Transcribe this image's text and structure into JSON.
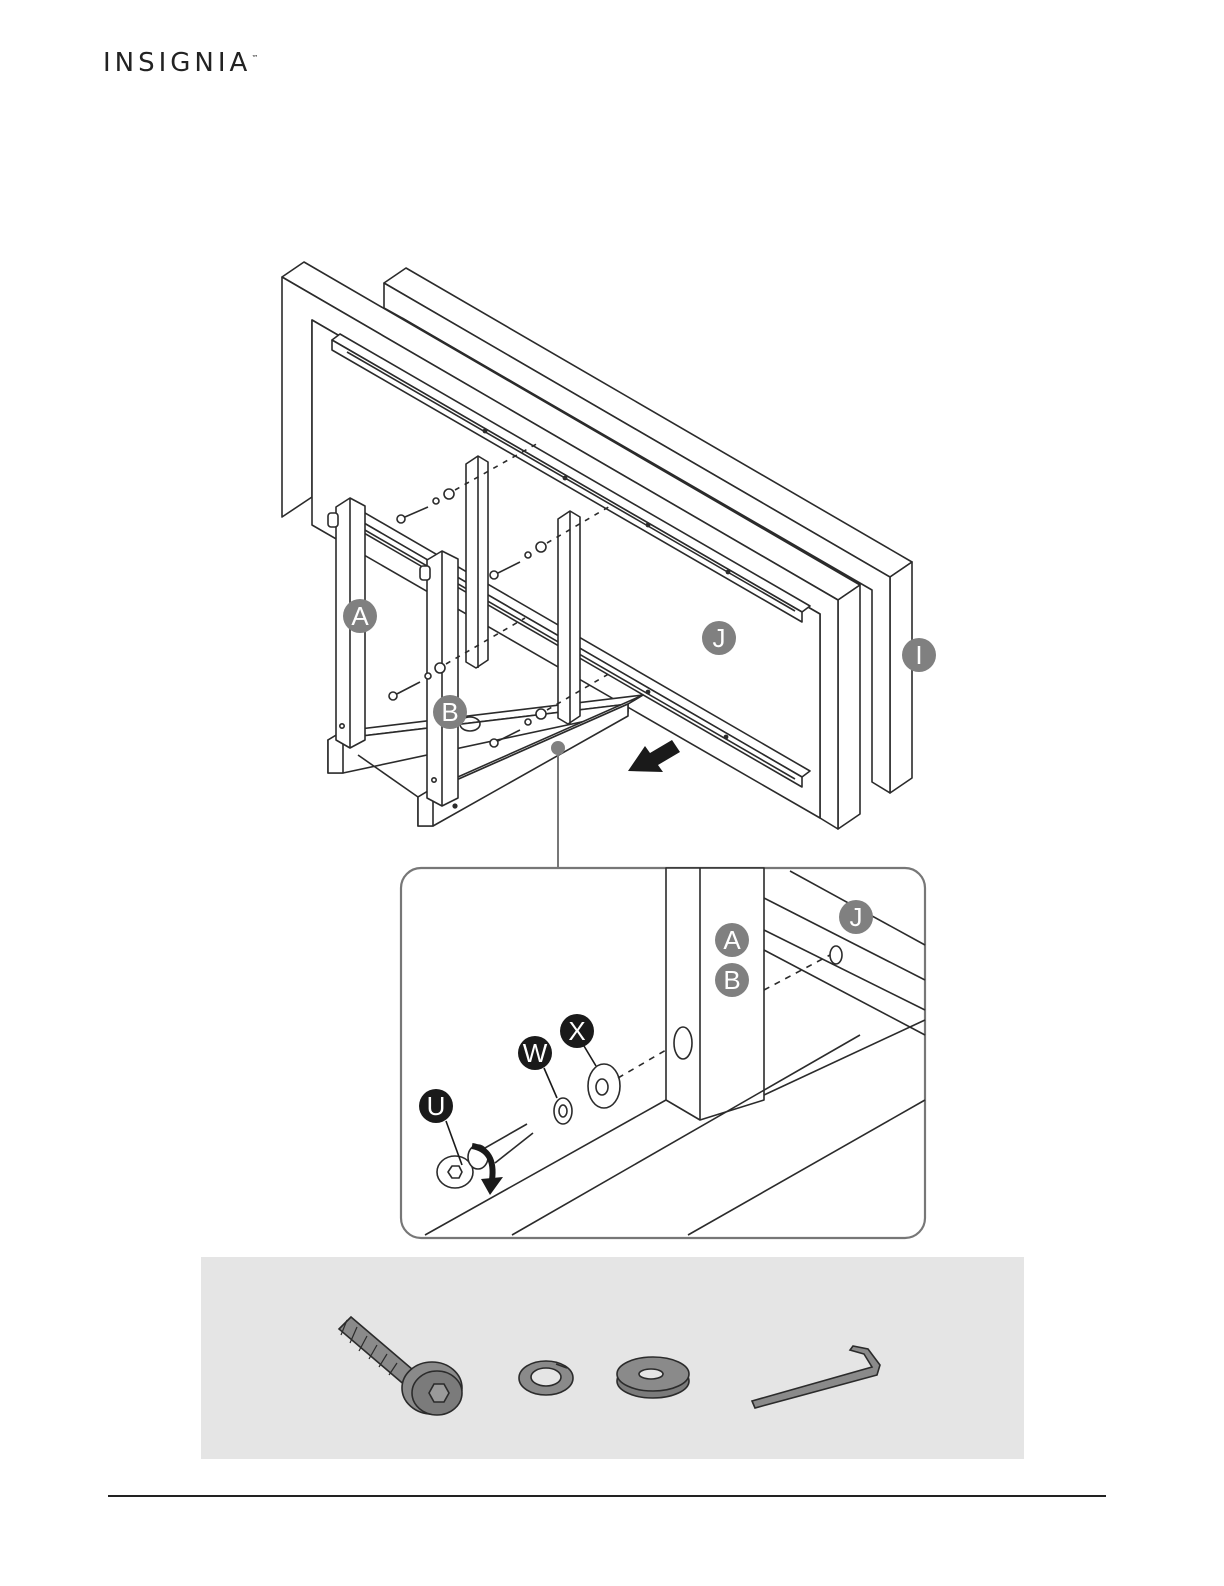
{
  "header": {
    "brand": "INSIGNIA",
    "trademark": "™"
  },
  "parts": {
    "panel_outer": "I",
    "panel_inner": "J",
    "leg_left": "A",
    "leg_right": "B",
    "detail_j": "J",
    "detail_a": "A",
    "detail_b": "B"
  },
  "hardware": {
    "bolt": "U",
    "lock_washer": "W",
    "flat_washer": "X"
  },
  "hardware_panel": {
    "items": [
      "bolt-icon",
      "lock-washer-icon",
      "flat-washer-icon",
      "hex-key-icon"
    ]
  },
  "colors": {
    "label_gray": "#808080",
    "label_black": "#1a1a1a",
    "line": "#2b2b2b",
    "panel_bg": "#e5e5e5",
    "hardware_fill": "#8a8a8a"
  }
}
